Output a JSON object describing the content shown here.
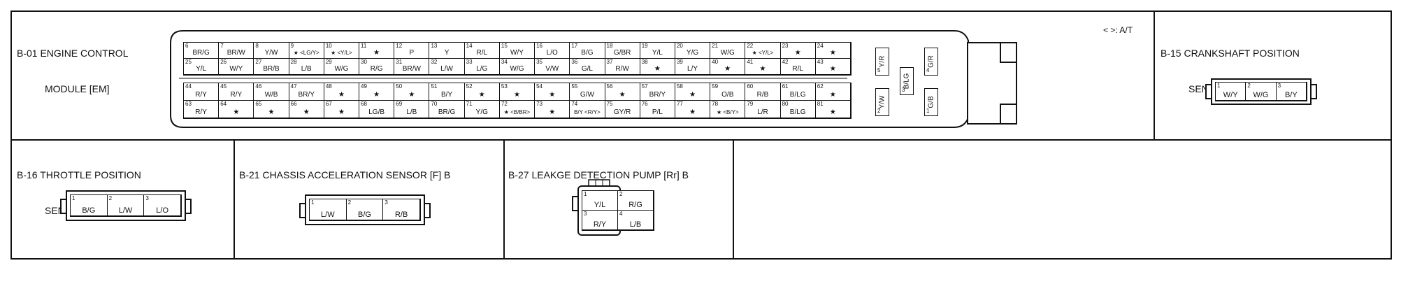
{
  "legend": "< >: A/T",
  "modules": {
    "b01": {
      "title_line1": "B-01 ENGINE CONTROL",
      "title_line2": "MODULE [EM]"
    },
    "b15": {
      "title_line1": "B-15 CRANKSHAFT POSITION",
      "title_line2": "SENSOR [EM] B"
    },
    "b16": {
      "title_line1": "B-16 THROTTLE POSITION",
      "title_line2": "SENSOR [EM] B"
    },
    "b21": {
      "title_line1": "B-21 CHASSIS ACCELERATION SENSOR [F] B"
    },
    "b27": {
      "title_line1": "B-27 LEAKGE DETECTION PUMP [Rr] B"
    }
  },
  "ecm_block1": [
    [
      {
        "pin": "6",
        "val": "BR/G"
      },
      {
        "pin": "7",
        "val": "BR/W"
      },
      {
        "pin": "8",
        "val": "Y/W"
      },
      {
        "pin": "9",
        "val": "★ <LG/Y>"
      },
      {
        "pin": "10",
        "val": "★ <Y/L>"
      },
      {
        "pin": "11",
        "val": "★"
      },
      {
        "pin": "12",
        "val": "P"
      },
      {
        "pin": "13",
        "val": "Y"
      },
      {
        "pin": "14",
        "val": "R/L"
      },
      {
        "pin": "15",
        "val": "W/Y"
      },
      {
        "pin": "16",
        "val": "L/O"
      },
      {
        "pin": "17",
        "val": "B/G"
      },
      {
        "pin": "18",
        "val": "G/BR"
      },
      {
        "pin": "19",
        "val": "Y/L"
      },
      {
        "pin": "20",
        "val": "Y/G"
      },
      {
        "pin": "21",
        "val": "W/G"
      },
      {
        "pin": "22",
        "val": "★ <Y/L>"
      },
      {
        "pin": "23",
        "val": "★"
      },
      {
        "pin": "24",
        "val": "★"
      }
    ],
    [
      {
        "pin": "25",
        "val": "Y/L"
      },
      {
        "pin": "26",
        "val": "W/Y"
      },
      {
        "pin": "27",
        "val": "BR/B"
      },
      {
        "pin": "28",
        "val": "L/B"
      },
      {
        "pin": "29",
        "val": "W/G"
      },
      {
        "pin": "30",
        "val": "R/G"
      },
      {
        "pin": "31",
        "val": "BR/W"
      },
      {
        "pin": "32",
        "val": "L/W"
      },
      {
        "pin": "33",
        "val": "L/G"
      },
      {
        "pin": "34",
        "val": "W/G"
      },
      {
        "pin": "35",
        "val": "V/W"
      },
      {
        "pin": "36",
        "val": "G/L"
      },
      {
        "pin": "37",
        "val": "R/W"
      },
      {
        "pin": "38",
        "val": "★"
      },
      {
        "pin": "39",
        "val": "L/Y"
      },
      {
        "pin": "40",
        "val": "★"
      },
      {
        "pin": "41",
        "val": "★"
      },
      {
        "pin": "42",
        "val": "R/L"
      },
      {
        "pin": "43",
        "val": "★"
      }
    ]
  ],
  "ecm_block2": [
    [
      {
        "pin": "44",
        "val": "R/Y"
      },
      {
        "pin": "45",
        "val": "R/Y"
      },
      {
        "pin": "46",
        "val": "W/B"
      },
      {
        "pin": "47",
        "val": "BR/Y"
      },
      {
        "pin": "48",
        "val": "★"
      },
      {
        "pin": "49",
        "val": "★"
      },
      {
        "pin": "50",
        "val": "★"
      },
      {
        "pin": "51",
        "val": "B/Y"
      },
      {
        "pin": "52",
        "val": "★"
      },
      {
        "pin": "53",
        "val": "★"
      },
      {
        "pin": "54",
        "val": "★"
      },
      {
        "pin": "55",
        "val": "G/W"
      },
      {
        "pin": "56",
        "val": "★"
      },
      {
        "pin": "57",
        "val": "BR/Y"
      },
      {
        "pin": "58",
        "val": "★"
      },
      {
        "pin": "59",
        "val": "O/B"
      },
      {
        "pin": "60",
        "val": "R/B"
      },
      {
        "pin": "61",
        "val": "B/LG"
      },
      {
        "pin": "62",
        "val": "★"
      }
    ],
    [
      {
        "pin": "63",
        "val": "R/Y"
      },
      {
        "pin": "64",
        "val": "★"
      },
      {
        "pin": "65",
        "val": "★"
      },
      {
        "pin": "66",
        "val": "★"
      },
      {
        "pin": "67",
        "val": "★"
      },
      {
        "pin": "68",
        "val": "LG/B"
      },
      {
        "pin": "69",
        "val": "L/B"
      },
      {
        "pin": "70",
        "val": "BR/G"
      },
      {
        "pin": "71",
        "val": "Y/G"
      },
      {
        "pin": "72",
        "val": "★ <B/BR>"
      },
      {
        "pin": "73",
        "val": "★"
      },
      {
        "pin": "74",
        "val": "B/Y <R/Y>"
      },
      {
        "pin": "75",
        "val": "GY/R"
      },
      {
        "pin": "76",
        "val": "P/L"
      },
      {
        "pin": "77",
        "val": "★"
      },
      {
        "pin": "78",
        "val": "★ <B/Y>"
      },
      {
        "pin": "79",
        "val": "L/R"
      },
      {
        "pin": "80",
        "val": "B/LG"
      },
      {
        "pin": "81",
        "val": "★"
      }
    ]
  ],
  "ecm_side": [
    {
      "pin": "5",
      "val": "Y/R"
    },
    {
      "pin": "4",
      "val": "G/R"
    },
    {
      "pin": "3",
      "val": "B/LG"
    },
    {
      "pin": "2",
      "val": "Y/W"
    },
    {
      "pin": "1",
      "val": "G/B"
    }
  ],
  "b15_pins": [
    {
      "pin": "1",
      "val": "W/Y"
    },
    {
      "pin": "2",
      "val": "W/G"
    },
    {
      "pin": "3",
      "val": "B/Y"
    }
  ],
  "b16_pins": [
    {
      "pin": "1",
      "val": "B/G"
    },
    {
      "pin": "2",
      "val": "L/W"
    },
    {
      "pin": "3",
      "val": "L/O"
    }
  ],
  "b21_pins": [
    {
      "pin": "1",
      "val": "L/W"
    },
    {
      "pin": "2",
      "val": "B/G"
    },
    {
      "pin": "3",
      "val": "R/B"
    }
  ],
  "b27_pins": [
    {
      "pin": "1",
      "val": "Y/L"
    },
    {
      "pin": "2",
      "val": "R/G"
    },
    {
      "pin": "3",
      "val": "R/Y"
    },
    {
      "pin": "4",
      "val": "L/B"
    }
  ]
}
